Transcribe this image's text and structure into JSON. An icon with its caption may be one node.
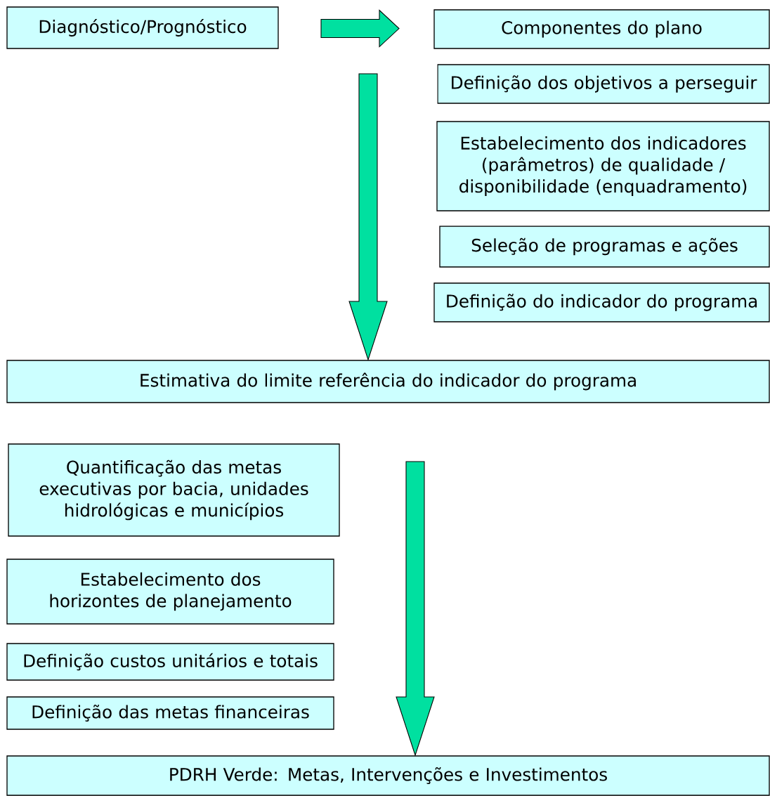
{
  "diagram": {
    "nodes": [
      {
        "text": [
          "Diagnóstico/Prognóstico"
        ]
      },
      {
        "text": [
          "Componentes do plano"
        ]
      },
      {
        "text": [
          "Definição dos objetivos a perseguir"
        ]
      },
      {
        "text": [
          "Estabelecimento dos indicadores (parâmetros) de qualidade / disponibilidade (enquadramento)"
        ]
      },
      {
        "text": [
          "Seleção de programas e ações"
        ]
      },
      {
        "text": [
          "Definição do indicador do programa"
        ]
      },
      {
        "text": [
          "Estimativa do limite referência do indicador do programa"
        ]
      },
      {
        "text": [
          "Quantificação das metas executivas por bacia, unidades hidrológicas e municípios"
        ]
      },
      {
        "text": [
          "Estabelecimento dos horizontes de planejamento"
        ]
      },
      {
        "text": [
          "Definição custos unitários e totais"
        ]
      },
      {
        "text": [
          "Definição das metas financeiras"
        ]
      },
      {
        "text": [
          "PDRH Verde: Metas, Intervenções e Investimentos"
        ]
      }
    ],
    "edges": [
      {
        "from": 0,
        "to": 1,
        "arrow": "to"
      },
      {
        "from": null,
        "to": 6,
        "arrow": "to"
      },
      {
        "from": null,
        "to": 11,
        "arrow": "to"
      }
    ]
  }
}
